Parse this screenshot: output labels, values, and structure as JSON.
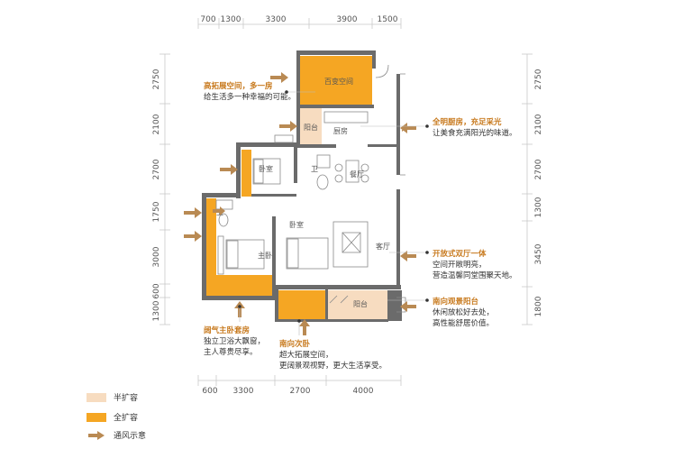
{
  "colors": {
    "half": "#f7dcc0",
    "full": "#f5a623",
    "wall": "#6b6b6b",
    "arrow": "#b98a53",
    "accent": "#c87a1e"
  },
  "top_dims": [
    "700",
    "1300",
    "3300",
    "3900",
    "1500"
  ],
  "bottom_dims": [
    "600",
    "3300",
    "2700",
    "4000"
  ],
  "left_dims": [
    "2750",
    "2100",
    "2700",
    "1750",
    "3000",
    "600",
    "1300"
  ],
  "right_dims": [
    "2750",
    "2100",
    "2700",
    "1300",
    "3450",
    "1800"
  ],
  "rooms": {
    "flex": "百变空间",
    "balcony_small": "阳台",
    "kitchen": "厨房",
    "bath1": "卫",
    "bed1": "卧室",
    "dining": "餐厅",
    "bath2": "卫",
    "master": "主卧",
    "bed2": "卧室",
    "living": "客厅",
    "south_balcony": "阳台"
  },
  "callouts": {
    "flex": {
      "title": "高拓展空间，多一房",
      "body": "给生活多一种幸福的可能。"
    },
    "kitchen": {
      "title": "全明厨房，充足采光",
      "body": "让美食充满阳光的味道。"
    },
    "living": {
      "title": "开放式双厅一体",
      "body1": "空间开敞明亮，",
      "body2": "营造温馨同堂围聚天地。"
    },
    "balcony": {
      "title": "南向观景阳台",
      "body1": "休闲放松好去处，",
      "body2": "高性能舒居价值。"
    },
    "master": {
      "title": "阔气主卧套房",
      "body1": "独立卫浴大飘窗，",
      "body2": "主人尊贵尽享。"
    },
    "bed2": {
      "title": "南向次卧",
      "body1": "超大拓展空间，",
      "body2": "更阔景观视野，更大生活享受。"
    }
  },
  "legend": {
    "half": "半扩容",
    "full": "全扩容",
    "vent": "通风示意"
  }
}
